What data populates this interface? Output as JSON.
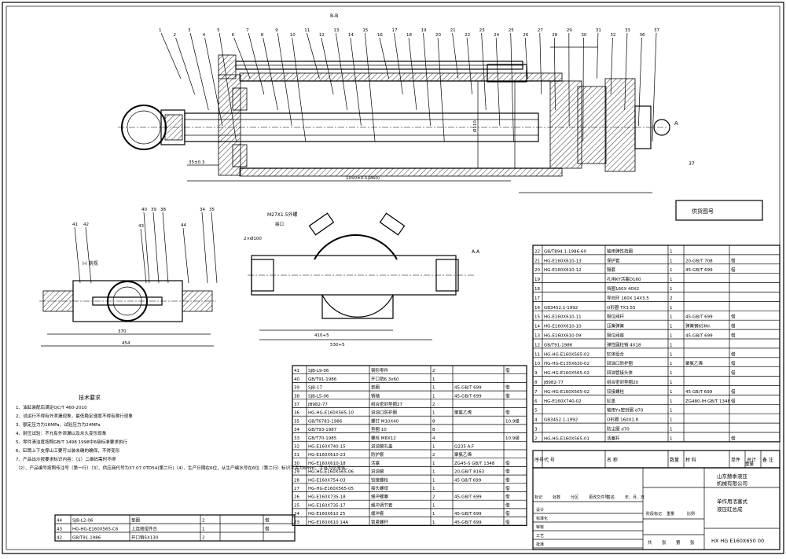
{
  "section_labels": {
    "main_view": "B-B",
    "arrow_a": "A",
    "cross_section": "I-I 剖视",
    "flange_view": "A-A"
  },
  "balloons_top": [
    "1",
    "2",
    "3",
    "4",
    "5",
    "6",
    "7",
    "8",
    "9",
    "10",
    "11",
    "12",
    "13",
    "14",
    "15",
    "16",
    "17",
    "18",
    "19",
    "20",
    "21",
    "22",
    "23",
    "24",
    "25",
    "26",
    "27",
    "28",
    "29",
    "30",
    "31",
    "32",
    "33",
    "36",
    "37"
  ],
  "balloons_lower": [
    "40",
    "39",
    "38",
    "41",
    "42",
    "43",
    "44",
    "34",
    "35"
  ],
  "dims": {
    "overall_len": "1050±0.5(Ø60)",
    "piston_dia": "Ø110",
    "port_thread": "M27X1.5外螺",
    "port_note": "接口",
    "len_410": "410+5",
    "len_530": "530+5",
    "len_370": "370",
    "len_454": "454",
    "d_2x100": "2×Ø100",
    "stroke": "35±0.3"
  },
  "stamp": "供货图号",
  "notes": {
    "title": "技术要求",
    "lines": [
      "1、油缸装配后满足QC/T 460-2010",
      "2、试运行不得有外泄漏现象，最低稳定速度不得有爬行现象",
      "3、额定压力为16MPa，试验压力为24MPa",
      "4、耐压试验：不允有外泄漏以及永久变形现象",
      "5、零件清洁度按照GB/T 1498 1998中6级标准要求执行",
      "6、缸筒上下支撑山工要可以装未确的确保，不得变形",
      "7、产品出示按要求标识内容：（1）二维码需时不得",
      "（2）、产品编号按照传注号（第一行）（3）、供应商代号为37.07.0TD54(第二行)（4）、生产日期在6位，从生产编水号在6位（第二行）标识字高为6mm，字体为仿宋体。"
    ]
  },
  "bom_left": [
    {
      "no": "44",
      "code": "SJB-L2-06",
      "name": "垫圈",
      "qty": "2",
      "mat": "",
      "note": "借"
    },
    {
      "no": "43",
      "code": "HG-HG-E160X565-C6",
      "name": "上连接组件合",
      "qty": "1",
      "mat": "",
      "note": "借"
    },
    {
      "no": "42",
      "code": "GB/T91-1986",
      "name": "开口销5X130",
      "qty": "2",
      "mat": "",
      "note": ""
    }
  ],
  "bom_mid": [
    {
      "no": "41",
      "code": "SJB-L9-06",
      "name": "钢形零件",
      "qty": "2",
      "mat": "",
      "note": "借"
    },
    {
      "no": "40",
      "code": "GB/T91-1986",
      "name": "开口销6.3x60",
      "qty": "1",
      "mat": "",
      "note": ""
    },
    {
      "no": "39",
      "code": "SJB-17",
      "name": "垫圈",
      "qty": "1",
      "mat": "45-GB/T 699",
      "note": "借"
    },
    {
      "no": "38",
      "code": "SJB-L5-06",
      "name": "销轴",
      "qty": "1",
      "mat": "45-GB/T 699",
      "note": "借"
    },
    {
      "no": "37",
      "code": "JB982-77",
      "name": "组合密封垫圈27",
      "qty": "2",
      "mat": "",
      "note": ""
    },
    {
      "no": "36",
      "code": "HG-HG-E160X565-10",
      "name": "进油口防护圈",
      "qty": "1",
      "mat": "聚氨乙烯",
      "note": "借"
    },
    {
      "no": "35",
      "code": "GB/T6783-1986",
      "name": "螺钉 M10X40",
      "qty": "8",
      "mat": "",
      "note": "10.9级"
    },
    {
      "no": "34",
      "code": "GB/T93-1987",
      "name": "垫圈 10",
      "qty": "8",
      "mat": "",
      "note": ""
    },
    {
      "no": "33",
      "code": "GB/T70-1985",
      "name": "螺栓 M8X12",
      "qty": "4",
      "mat": "",
      "note": "10.9级"
    },
    {
      "no": "32",
      "code": "HG-E160X740-15",
      "name": "进油管孔盖",
      "qty": "1",
      "mat": "Q235 A.F",
      "note": ""
    },
    {
      "no": "31",
      "code": "HG-E160X610-23",
      "name": "防护套",
      "qty": "2",
      "mat": "聚氨乙烯",
      "note": ""
    },
    {
      "no": "30",
      "code": "HG-E160X610-18",
      "name": "活塞",
      "qty": "1",
      "mat": "ZG45-S GB/T 1348",
      "note": "借"
    },
    {
      "no": "29",
      "code": "HG-HG-E160X565-06",
      "name": "进油管",
      "qty": "1",
      "mat": "20-GB/T 8163",
      "note": "借"
    },
    {
      "no": "28",
      "code": "HG-E160X754-03",
      "name": "铰接螺栓",
      "qty": "1",
      "mat": "45 GB/T 699",
      "note": "借"
    },
    {
      "no": "27",
      "code": "HG-HG-E160X565-05",
      "name": "接头螺母",
      "qty": "1",
      "mat": "",
      "note": "借"
    },
    {
      "no": "26",
      "code": "HG-E160X735-18",
      "name": "缓冲螺塞",
      "qty": "2",
      "mat": "45-GB/T 699",
      "note": "借"
    },
    {
      "no": "25",
      "code": "HG-E160X735-17",
      "name": "缓冲调节套",
      "qty": "1",
      "mat": "",
      "note": "借"
    },
    {
      "no": "24",
      "code": "HG-E160X610 25",
      "name": "缓冲套",
      "qty": "1",
      "mat": "45-GB/T 699",
      "note": "借"
    },
    {
      "no": "23",
      "code": "HG-E160X610 14A",
      "name": "锁紧螺杆",
      "qty": "1",
      "mat": "45-GB/T 699",
      "note": "借"
    }
  ],
  "bom_right": [
    {
      "no": "22",
      "code": "GB/T894.1-1986-60",
      "name": "轴用弹性挡圈",
      "qty": "1",
      "mat": "",
      "note": ""
    },
    {
      "no": "21",
      "code": "HG-E160X610-13",
      "name": "保护套",
      "qty": "1",
      "mat": "20-GB/T 708",
      "note": "借"
    },
    {
      "no": "20",
      "code": "HG-E160X610-12",
      "name": "隔套",
      "qty": "1",
      "mat": "45-GB/T 699",
      "note": "借"
    },
    {
      "no": "19",
      "code": "",
      "name": "孔用KY活塞D160",
      "qty": "1",
      "mat": "",
      "note": ""
    },
    {
      "no": "18",
      "code": "",
      "name": "挡圈160X 40X2",
      "qty": "1",
      "mat": "",
      "note": ""
    },
    {
      "no": "17",
      "code": "",
      "name": "导向环 160X 14X3.5",
      "qty": "2",
      "mat": "",
      "note": ""
    },
    {
      "no": "16",
      "code": "GB3452.1-1992",
      "name": "O形圈 TX3.55",
      "qty": "1",
      "mat": "",
      "note": ""
    },
    {
      "no": "15",
      "code": "HG-E160X610-11",
      "name": "限位阀杆",
      "qty": "1",
      "mat": "45-GB/T 699",
      "note": "借"
    },
    {
      "no": "14",
      "code": "HG-E160X610-10",
      "name": "压簧弹簧",
      "qty": "1",
      "mat": "弹簧钢65Mn",
      "note": "借"
    },
    {
      "no": "13",
      "code": "HG-E160X610 09",
      "name": "限位阀座",
      "qty": "1",
      "mat": "45-GB/T 699",
      "note": "借"
    },
    {
      "no": "12",
      "code": "GB/T91-1986",
      "name": "弹性圆柱销 4X18",
      "qty": "1",
      "mat": "",
      "note": ""
    },
    {
      "no": "11",
      "code": "HG-HG-E160X565-02",
      "name": "缸体组合",
      "qty": "1",
      "mat": "",
      "note": "借"
    },
    {
      "no": "10",
      "code": "HG-HG-E135X630-02",
      "name": "回油口防护圈",
      "qty": "1",
      "mat": "聚氨乙烯",
      "note": "借"
    },
    {
      "no": "9",
      "code": "HG-HG-E160X565-02",
      "name": "回油管接头体",
      "qty": "1",
      "mat": "",
      "note": "借"
    },
    {
      "no": "8",
      "code": "JB982-77",
      "name": "组合密封垫圈20",
      "qty": "1",
      "mat": "",
      "note": ""
    },
    {
      "no": "7",
      "code": "HG-HG-E160X565-02",
      "name": "铰接螺栓",
      "qty": "1",
      "mat": "45 GB/T 699",
      "note": "借"
    },
    {
      "no": "6",
      "code": "HG-E160X740-02",
      "name": "缸盖",
      "qty": "1",
      "mat": "ZG480-IH GB/T 1348",
      "note": "借"
    },
    {
      "no": "5",
      "code": "",
      "name": "轴用Yx密封圈 d70",
      "qty": "1",
      "mat": "",
      "note": ""
    },
    {
      "no": "4",
      "code": "GB3452.1-1992",
      "name": "O形圈 160X1.8",
      "qty": "1",
      "mat": "",
      "note": ""
    },
    {
      "no": "3",
      "code": "",
      "name": "防尘圈 d70",
      "qty": "1",
      "mat": "",
      "note": ""
    },
    {
      "no": "2",
      "code": "HG-HG-E160X565-01",
      "name": "活塞杆",
      "qty": "1",
      "mat": "",
      "note": "借"
    }
  ],
  "bom_header": {
    "no": "序号",
    "code": "代 号",
    "name": "名 称",
    "qty": "数量",
    "mat": "材 料",
    "single": "单件",
    "total": "总计",
    "weight": "重量",
    "note": "备 注"
  },
  "title_block": {
    "company_1": "山东赫季液压",
    "company_2": "机械有限公司",
    "part_1": "单作用活塞式",
    "part_2": "液压缸总成",
    "drawing_no": "HX HG E160X650 00",
    "rows": [
      "标记",
      "处数",
      "分区",
      "更改文件号",
      "签名",
      "年、月、日",
      "设计",
      "标准化",
      "审核",
      "工艺",
      "批准"
    ],
    "stage": [
      "阶段标记",
      "重量",
      "比例"
    ],
    "sheet": [
      "共",
      "张",
      "第",
      "张"
    ]
  }
}
